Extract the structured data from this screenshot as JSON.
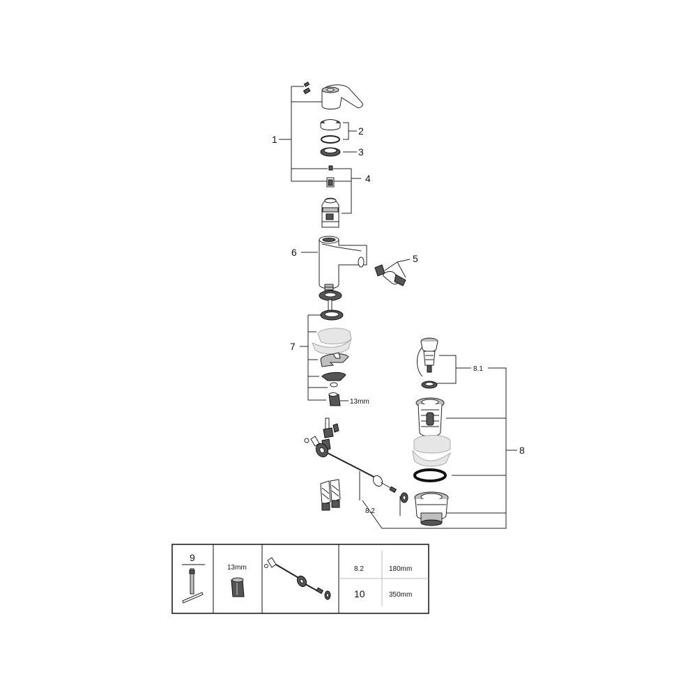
{
  "callouts": {
    "c1": "1",
    "c2": "2",
    "c3": "3",
    "c4": "4",
    "c5": "5",
    "c6": "6",
    "c7": "7",
    "c7_size": "13mm",
    "c8": "8",
    "c8_1": "8.1",
    "c8_2": "8.2"
  },
  "table": {
    "cell1_label": "9",
    "cell2_label": "13mm",
    "row1_code": "8.2",
    "row1_len": "180mm",
    "row2_code": "10",
    "row2_len": "350mm"
  }
}
